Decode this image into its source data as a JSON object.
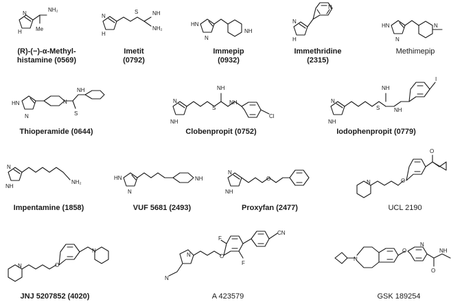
{
  "compounds": [
    {
      "name": "(R)-(−)-α-Methyl-",
      "name2": "histamine (0569)",
      "bold": true
    },
    {
      "name": "Imetit",
      "name2": "(0792)",
      "bold": true
    },
    {
      "name": "Immepip",
      "name2": "(0932)",
      "bold": true
    },
    {
      "name": "Immethridine",
      "name2": "(2315)",
      "bold": true
    },
    {
      "name": "Methimepip",
      "bold": false
    },
    {
      "name": "Thioperamide (0644)",
      "bold": true
    },
    {
      "name": "Clobenpropit (0752)",
      "bold": true
    },
    {
      "name": "Iodophenpropit (0779)",
      "bold": true
    },
    {
      "name": "Impentamine (1858)",
      "bold": true
    },
    {
      "name": "VUF 5681 (2493)",
      "bold": true
    },
    {
      "name": "Proxyfan (2477)",
      "bold": true
    },
    {
      "name": "UCL 2190",
      "bold": false
    },
    {
      "name": "JNJ 5207852 (4020)",
      "bold": true
    },
    {
      "name": "A 423579",
      "bold": false
    },
    {
      "name": "GSK 189254",
      "bold": false
    }
  ],
  "atoms": {
    "hn": "HN",
    "nh": "NH",
    "n": "N",
    "nh2": "NH₂",
    "me": "Me",
    "s": "S",
    "h": "H",
    "cl": "Cl",
    "i": "I",
    "f": "F",
    "o": "O",
    "cn": "CN"
  }
}
